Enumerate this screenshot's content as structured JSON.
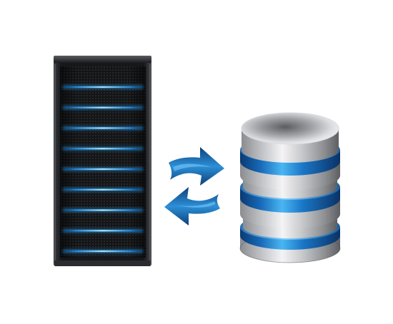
{
  "scene": {
    "subject": "server-database-sync-illustration",
    "server": {
      "icon": "server-rack-icon",
      "body_color": "#0f1012",
      "bezel_color": "#2a2c30",
      "light_color": "#2ba3f0",
      "light_glow": "#8fd8ff",
      "light_count": 9
    },
    "arrows": {
      "icon": "sync-arrows-icon",
      "top_direction": "right",
      "bottom_direction": "left",
      "color_dark": "#0b3f7a",
      "color_light": "#3aa9ea"
    },
    "database": {
      "icon": "database-cylinder-icon",
      "disk_count": 3,
      "metal_light": "#e8e8ea",
      "metal_dark": "#6c6e72",
      "band_color": "#1673c4",
      "band_highlight": "#49b6f2"
    }
  }
}
